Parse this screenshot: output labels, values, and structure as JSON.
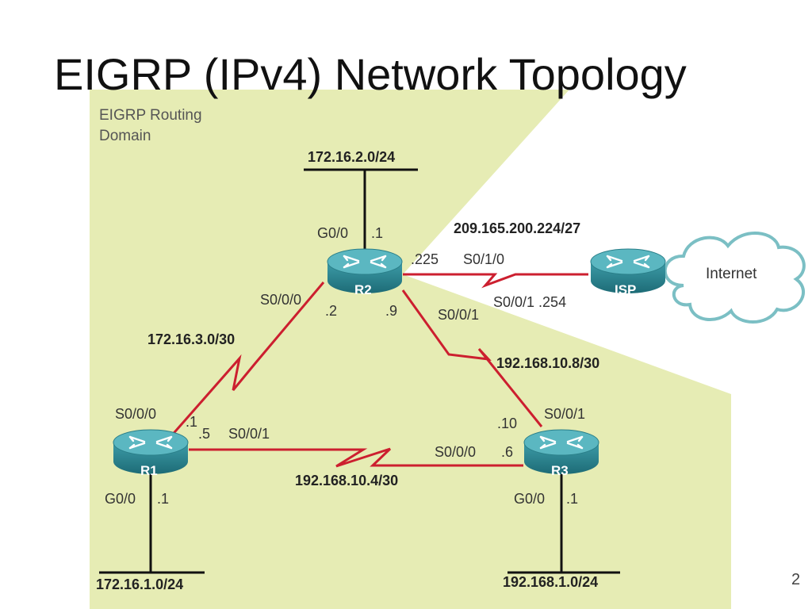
{
  "title": "EIGRP (IPv4) Network Topology",
  "page_number": "2",
  "domain_label": [
    "EIGRP Routing",
    "Domain"
  ],
  "cloud_label": "Internet",
  "routers": {
    "r1": "R1",
    "r2": "R2",
    "r3": "R3",
    "isp": "ISP"
  },
  "networks": {
    "lan_r2": "172.16.2.0/24",
    "lan_r1": "172.16.1.0/24",
    "lan_r3": "192.168.1.0/24",
    "r1_r2": "172.16.3.0/30",
    "r2_r3": "192.168.10.8/30",
    "r1_r3": "192.168.10.4/30",
    "isp_link": "209.165.200.224/27"
  },
  "interfaces": {
    "r2_g00": "G0/0",
    "r2_g00_ip": ".1",
    "r2_s010": "S0/1/0",
    "r2_s010_ip": ".225",
    "isp_s001_ip": "S0/0/1 .254",
    "r2_s000": "S0/0/0",
    "r2_s000_ip": ".2",
    "r2_s001_ip": ".9",
    "r2_s001": "S0/0/1",
    "r1_s000": "S0/0/0",
    "r1_s000_ip": ".1",
    "r1_s001_ip": ".5",
    "r1_s001": "S0/0/1",
    "r1_g00": "G0/0",
    "r1_g00_ip": ".1",
    "r3_s001_ip": ".10",
    "r3_s001": "S0/0/1",
    "r3_s000": "S0/0/0",
    "r3_s000_ip": ".6",
    "r3_g00": "G0/0",
    "r3_g00_ip": ".1"
  },
  "colors": {
    "domain_fill": "#e6ecb4",
    "serial_link": "#cc1f2f",
    "router_body": "#2b8793",
    "router_top": "#4fb0bb",
    "cloud_stroke": "#7bbfc4"
  }
}
